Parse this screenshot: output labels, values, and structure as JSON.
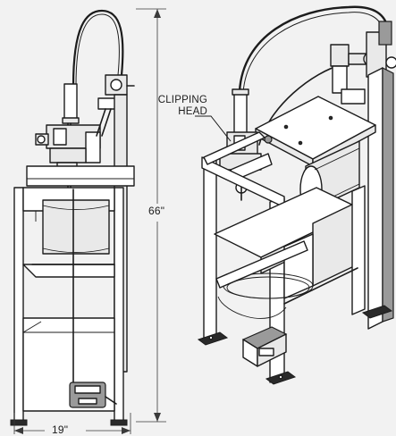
{
  "dimensions": {
    "height_label": "66\"",
    "width_label": "19\""
  },
  "callout": {
    "line1": "CLIPPING",
    "line2": "HEAD"
  }
}
